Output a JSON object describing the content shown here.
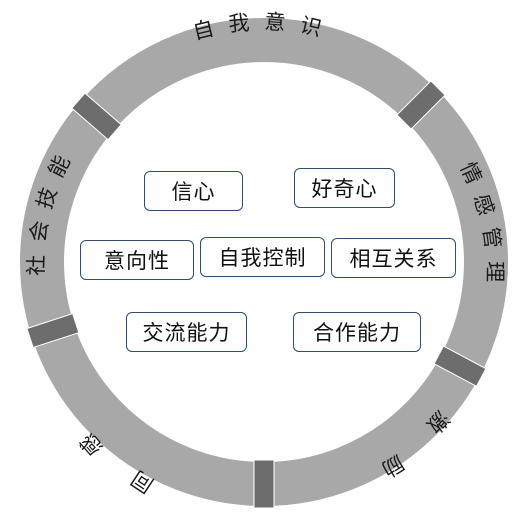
{
  "ring": {
    "fill_color": "#a9a8a8",
    "separator_color": "#6e6d6d",
    "segments": [
      {
        "id": "self",
        "label": "自我意识"
      },
      {
        "id": "emotion",
        "label": "情感管理"
      },
      {
        "id": "motivation",
        "label": "激励"
      },
      {
        "id": "empathy",
        "label": "同感"
      },
      {
        "id": "social",
        "label": "社会技能"
      }
    ]
  },
  "center_items": [
    {
      "id": "confidence",
      "label": "信心"
    },
    {
      "id": "curiosity",
      "label": "好奇心"
    },
    {
      "id": "intention",
      "label": "意向性"
    },
    {
      "id": "self-control",
      "label": "自我控制"
    },
    {
      "id": "relationships",
      "label": "相互关系"
    },
    {
      "id": "communication",
      "label": "交流能力"
    },
    {
      "id": "cooperation",
      "label": "合作能力"
    }
  ],
  "box_border_color": "#2f4d73"
}
